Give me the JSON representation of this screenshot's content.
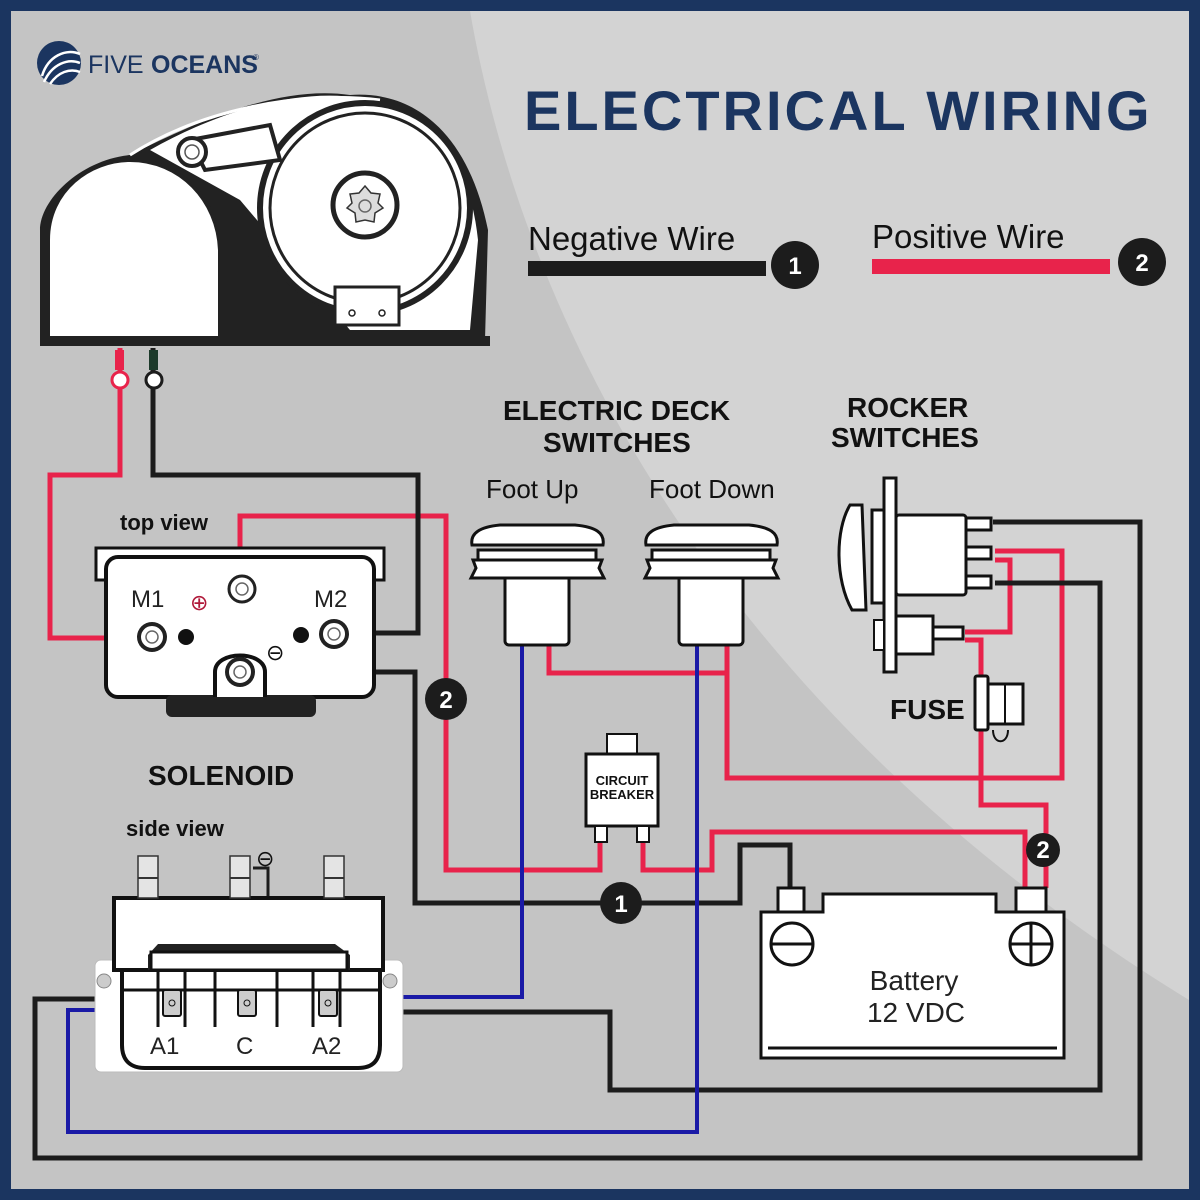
{
  "brand": {
    "name_light": "FIVE",
    "name_bold": "OCEANS",
    "registered": "®"
  },
  "title": "ELECTRICAL WIRING",
  "colors": {
    "frame": "#1b3560",
    "background": "#c4c4c4",
    "negative": "#1c1c1c",
    "positive": "#e8234b",
    "signal": "#1a1aa6"
  },
  "legend": [
    {
      "label": "Negative Wire",
      "badge": "1",
      "color": "#1c1c1c"
    },
    {
      "label": "Positive Wire",
      "badge": "2",
      "color": "#e8234b"
    }
  ],
  "deck_switches": {
    "heading_line1": "ELECTRIC DECK",
    "heading_line2": "SWITCHES",
    "foot_up": "Foot Up",
    "foot_down": "Foot Down"
  },
  "rocker": {
    "heading_line1": "ROCKER",
    "heading_line2": "SWITCHES"
  },
  "fuse": {
    "label": "FUSE"
  },
  "solenoid": {
    "title": "SOLENOID",
    "top_view_label": "top view",
    "side_view_label": "side view",
    "m1": "M1",
    "m2": "M2",
    "plus_symbol": "⊕",
    "minus_symbol": "⊖",
    "terminals": [
      "A1",
      "C",
      "A2"
    ]
  },
  "circuit_breaker": {
    "line1": "CIRCUIT",
    "line2": "BREAKER"
  },
  "battery": {
    "line1": "Battery",
    "line2": "12 VDC"
  },
  "badges": {
    "negative": "1",
    "positive": "2"
  }
}
